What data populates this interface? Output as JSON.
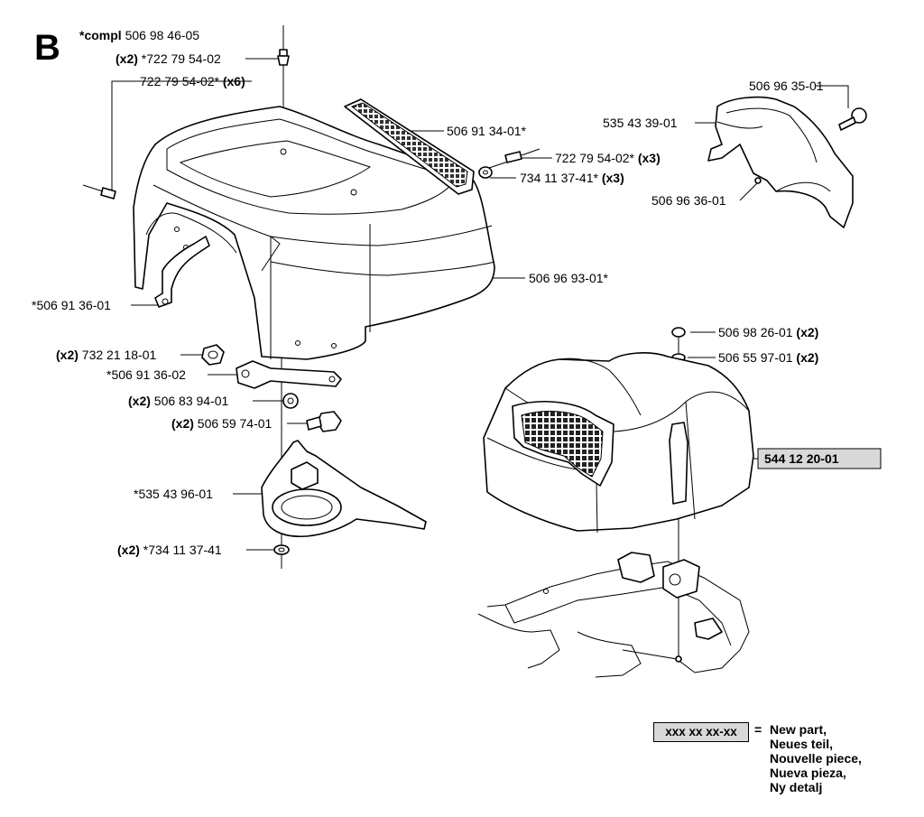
{
  "section_letter": "B",
  "labels": {
    "compl_prefix": "*compl",
    "compl_number": "506 98 46-05",
    "l01_q": "(x2)",
    "l01_t": "*722 79 54-02",
    "l02_t": "722 79 54-02*",
    "l02_q": "(x6)",
    "l03_t": "506 91 34-01*",
    "l04_t": "722 79 54-02*",
    "l04_q": "(x3)",
    "l05_t": "734 11 37-41*",
    "l05_q": "(x3)",
    "l06_t": "506 96 35-01",
    "l07_t": "535 43 39-01",
    "l08_t": "506 96 36-01",
    "l09_t": "506 96 93-01*",
    "l10_t": "*506 91 36-01",
    "l11_q": "(x2)",
    "l11_t": "732 21 18-01",
    "l12_t": "*506 91 36-02",
    "l13_q": "(x2)",
    "l13_t": "506 83 94-01",
    "l14_q": "(x2)",
    "l14_t": "506 59 74-01",
    "l15_t": "*535 43 96-01",
    "l16_q": "(x2)",
    "l16_t": "*734 11 37-41",
    "l17_t": "506 98 26-01",
    "l17_q": "(x2)",
    "l18_t": "506 55 97-01",
    "l18_q": "(x2)",
    "l19_t": "544 12 20-01"
  },
  "legend": {
    "box": "xxx xx xx-xx",
    "equals": "=",
    "lines": [
      "New part,",
      "Neues teil,",
      "Nouvelle piece,",
      "Nueva pieza,",
      "Ny detalj"
    ]
  }
}
